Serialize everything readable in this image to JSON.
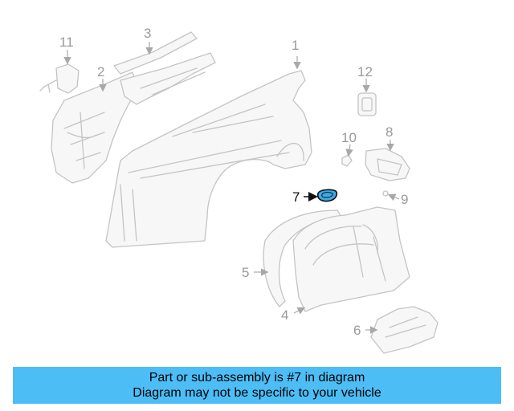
{
  "callouts": {
    "c1": "1",
    "c2": "2",
    "c3": "3",
    "c4": "4",
    "c5": "5",
    "c6": "6",
    "c7": "7",
    "c8": "8",
    "c9": "9",
    "c10": "10",
    "c11": "11",
    "c12": "12"
  },
  "highlighted_part": "7",
  "banner": {
    "line1": "Part or sub-assembly is #7 in diagram",
    "line2": "Diagram may not be specific to your vehicle"
  },
  "colors": {
    "banner_bg": "#4dbdf6",
    "highlight_fill": "#3aa9e8",
    "part_stroke": "#c4c4c4",
    "label_text": "#9a9a9a"
  }
}
